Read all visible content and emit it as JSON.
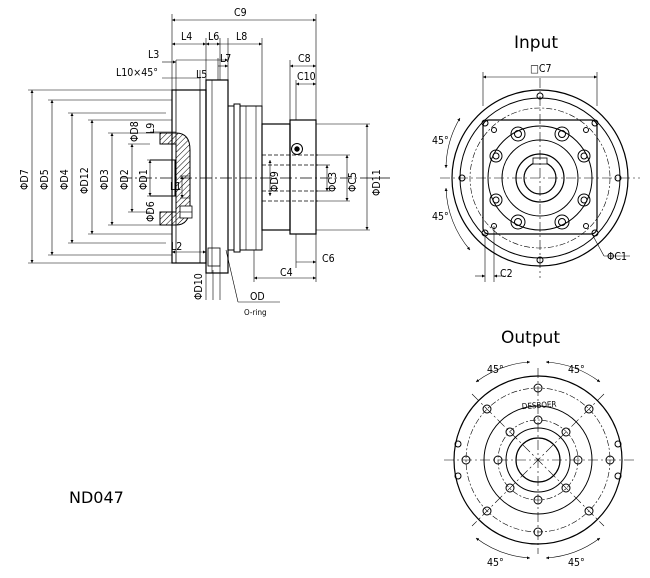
{
  "section_input": "Input",
  "section_output": "Output",
  "model": "ND047",
  "oring": "O-ring",
  "brand": "DESBOER",
  "side_labels": {
    "c9": "C9",
    "l4": "L4",
    "l6": "L6",
    "l8": "L8",
    "l3": "L3",
    "l7": "L7",
    "l10": "L10×45°",
    "l5": "L5",
    "c8": "C8",
    "c10": "C10",
    "d8": "ΦD8",
    "l9": "L9",
    "d7": "ΦD7",
    "d5": "ΦD5",
    "d4": "ΦD4",
    "d12": "ΦD12",
    "d3": "ΦD3",
    "d2": "ΦD2",
    "d1": "ΦD1",
    "d6": "ΦD6",
    "l1": "L1",
    "d9": "ΦD9",
    "c3": "ΦC3",
    "c5": "ΦC5",
    "d11": "ΦD11",
    "l2": "L2",
    "c4": "C4",
    "c6": "C6",
    "d10": "ΦD10",
    "od": "OD"
  },
  "input_labels": {
    "c7": "□C7",
    "a1": "45°",
    "a2": "45°",
    "c1": "ΦC1",
    "c2": "C2"
  },
  "output_labels": {
    "a1": "45°",
    "a2": "45°",
    "a3": "45°",
    "a4": "45°"
  }
}
